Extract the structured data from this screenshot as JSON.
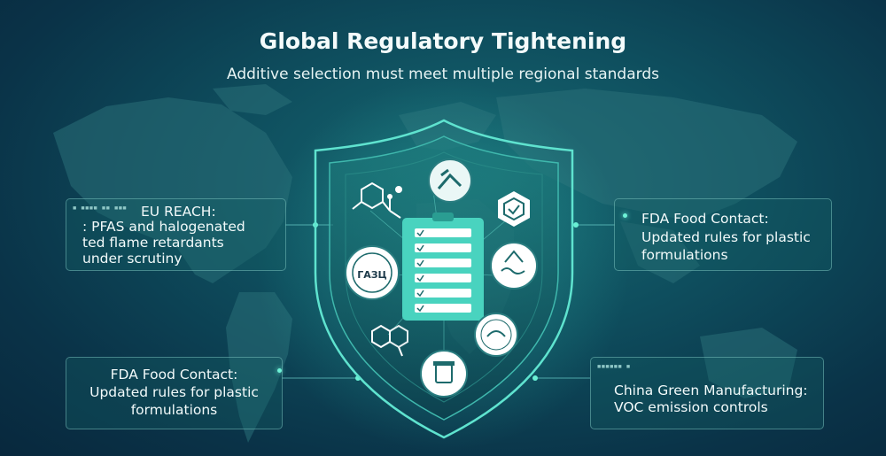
{
  "header": {
    "title": "Global Regulatory Tightening",
    "subtitle": "Additive selection must meet multiple regional standards"
  },
  "cards": {
    "eu_reach": {
      "heading": "EU REACH:",
      "lines": [
        ": PFAS and halogenated",
        "ted flame retardants",
        "under scrutiny"
      ]
    },
    "fda_right": {
      "heading": "FDA Food Contact:",
      "lines": [
        "Updated rules for plastic",
        "formulations"
      ]
    },
    "fda_left": {
      "heading": "FDA Food Contact:",
      "lines": [
        "Updated rules for plastic",
        "formulations"
      ]
    },
    "china": {
      "heading": "China Green Manufacturing:",
      "lines": [
        "VOC emission controls"
      ]
    }
  },
  "center": {
    "seal_text": "ГАЗЦ"
  },
  "icons": [
    "molecule-icon",
    "compliance-emblem-icon",
    "shield-badge-icon",
    "certification-seal-icon",
    "water-seal-icon",
    "checklist-clipboard-icon",
    "food-contact-seal-icon",
    "lab-jar-seal-icon"
  ],
  "colors": {
    "accent": "#6ef2d6",
    "background": "#0e4d5d",
    "card_border": "#8cd2cd"
  }
}
